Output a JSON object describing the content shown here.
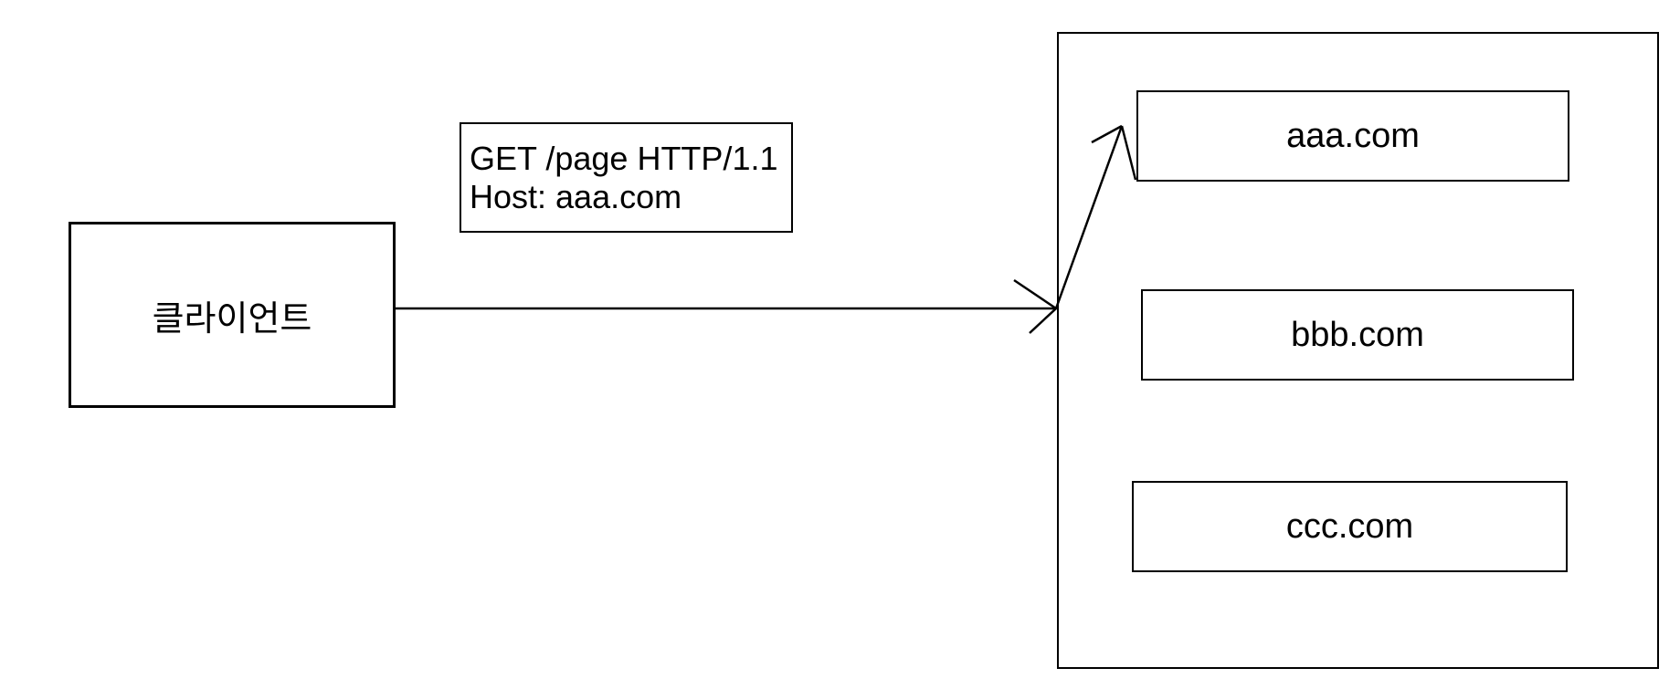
{
  "diagram": {
    "client": {
      "label": "클라이언트"
    },
    "request": {
      "line1": "GET /page HTTP/1.1",
      "line2": "Host: aaa.com"
    },
    "servers": [
      {
        "label": "aaa.com"
      },
      {
        "label": "bbb.com"
      },
      {
        "label": "ccc.com"
      }
    ],
    "colors": {
      "stroke": "#000000",
      "background": "#ffffff",
      "text": "#000000"
    }
  }
}
